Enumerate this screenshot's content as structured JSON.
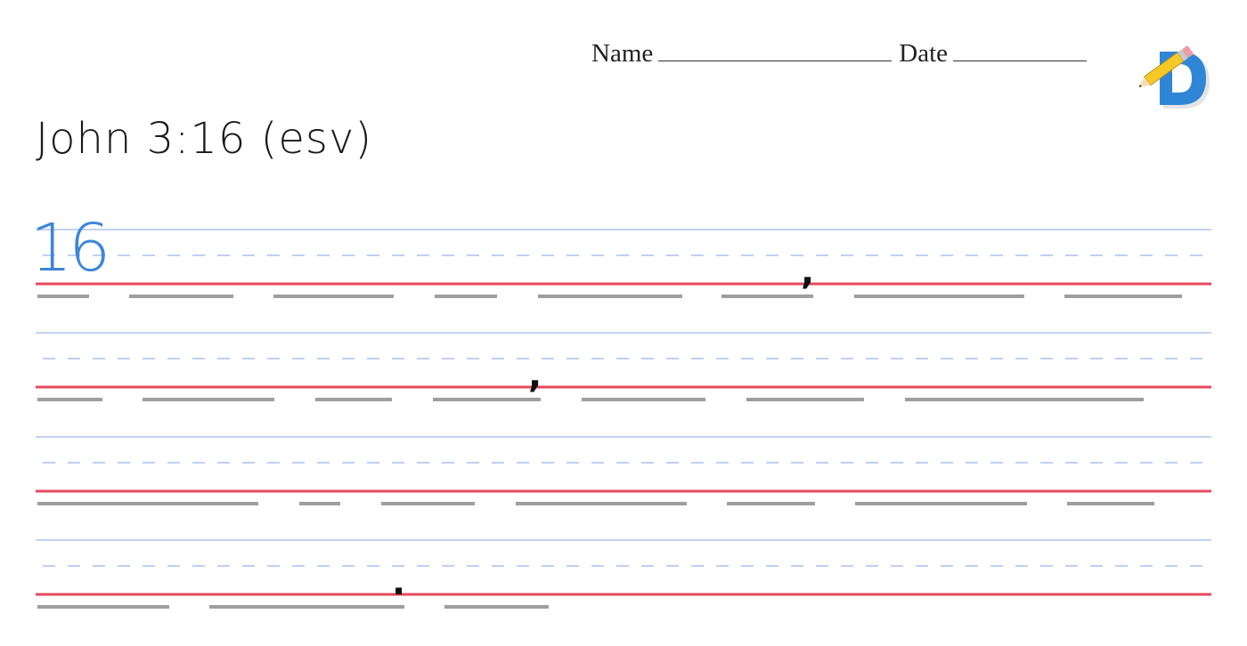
{
  "header": {
    "name_label": "Name",
    "date_label": "Date"
  },
  "logo": {
    "letter": "D",
    "icon": "pencil-icon"
  },
  "title": "John 3:16 (esv)",
  "verse_number": "16",
  "colors": {
    "top_line": "#9fb8ec",
    "mid_dash": "#a9c1ef",
    "baseline": "#e64a5c",
    "word_blank": "#9e9e9e",
    "verse_number": "#3e86d8",
    "logo_blue": "#2f86d6"
  },
  "rows": [
    {
      "punctuation": [
        {
          "char": ",",
          "after_blank": 6
        }
      ],
      "blank_count": 8
    },
    {
      "punctuation": [
        {
          "char": ",",
          "after_blank": 4
        }
      ],
      "blank_count": 7
    },
    {
      "punctuation": [],
      "blank_count": 7
    },
    {
      "punctuation": [
        {
          "char": ".",
          "after_blank": 2
        }
      ],
      "blank_count": 3
    }
  ]
}
